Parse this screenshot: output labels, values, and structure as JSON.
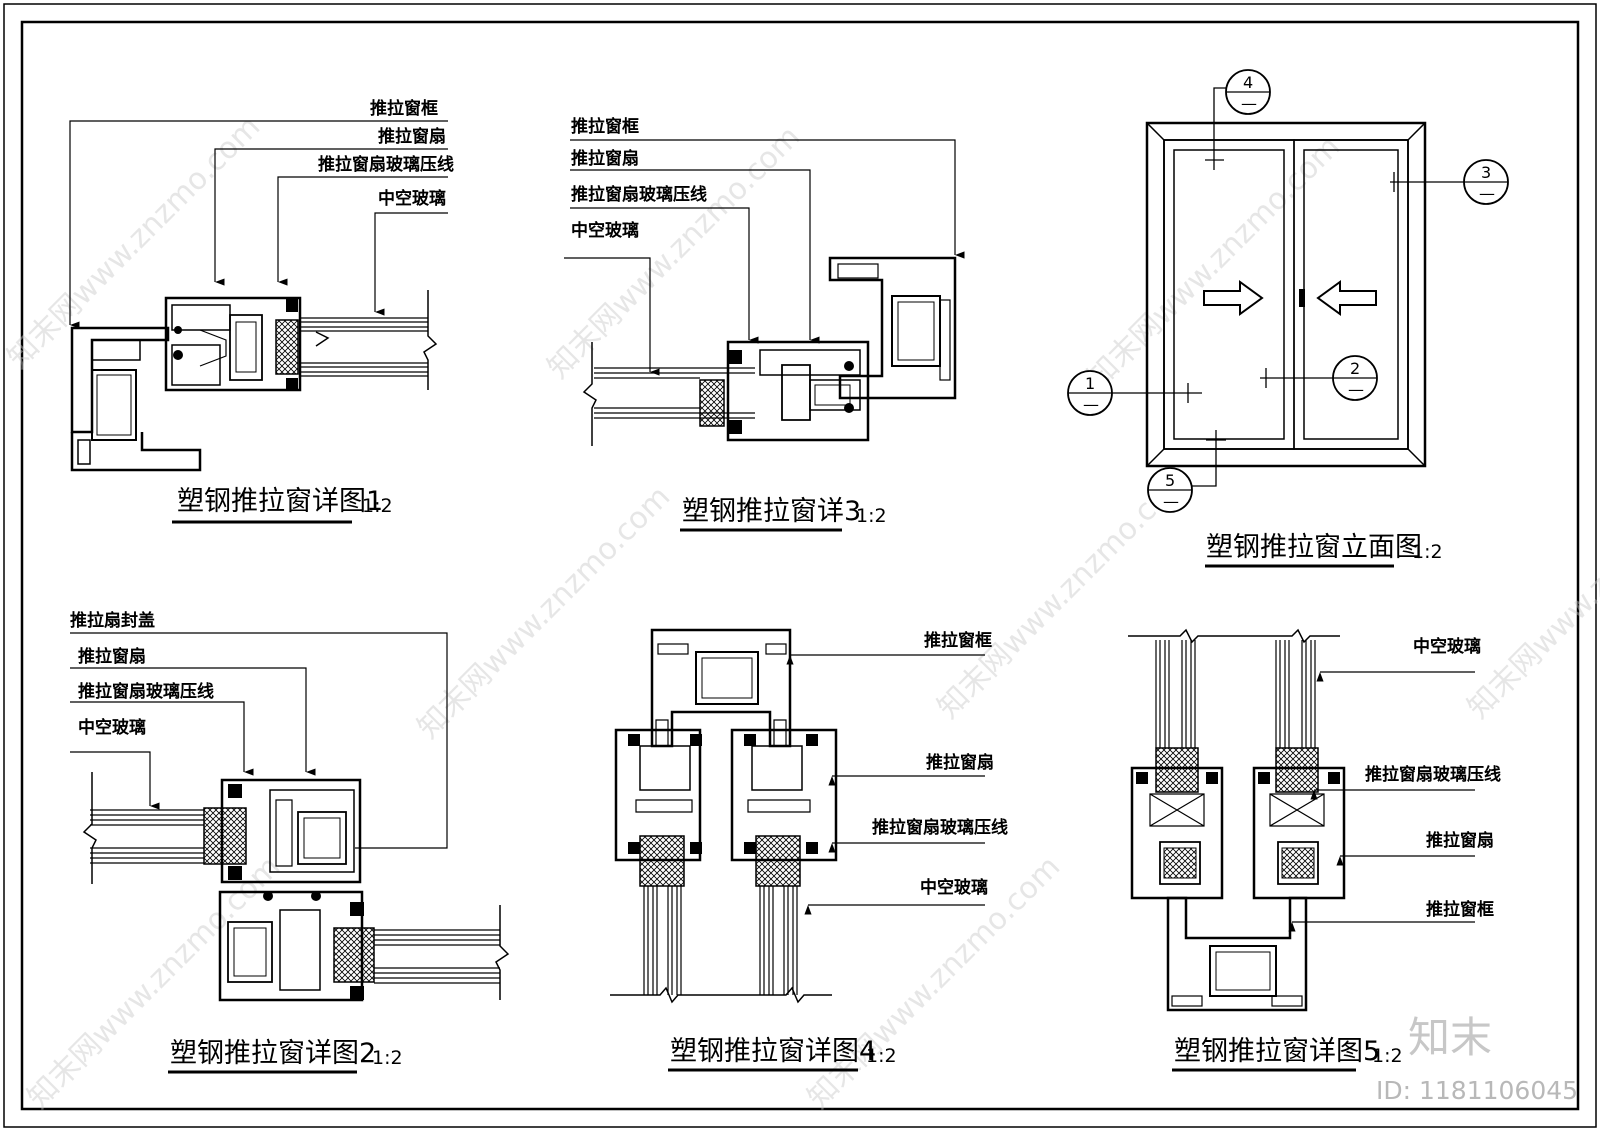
{
  "labels": {
    "frame": "推拉窗框",
    "sash": "推拉窗扇",
    "bead": "推拉窗扇玻璃压线",
    "glass": "中空玻璃",
    "cap": "推拉扇封盖"
  },
  "titles": {
    "d1": "塑钢推拉窗详图1",
    "d2": "塑钢推拉窗详图2",
    "d3": "塑钢推拉窗详3",
    "d4": "塑钢推拉窗详图4",
    "d5": "塑钢推拉窗详图5",
    "elev": "塑钢推拉窗立面图"
  },
  "scale": "1:2",
  "callouts": {
    "c1": "1",
    "c2": "2",
    "c3": "3",
    "c4": "4",
    "c5": "5",
    "dash": "—"
  },
  "watermark": {
    "text": "知末网www.znzmo.com",
    "brand": "知末",
    "id": "ID: 1181106045"
  }
}
